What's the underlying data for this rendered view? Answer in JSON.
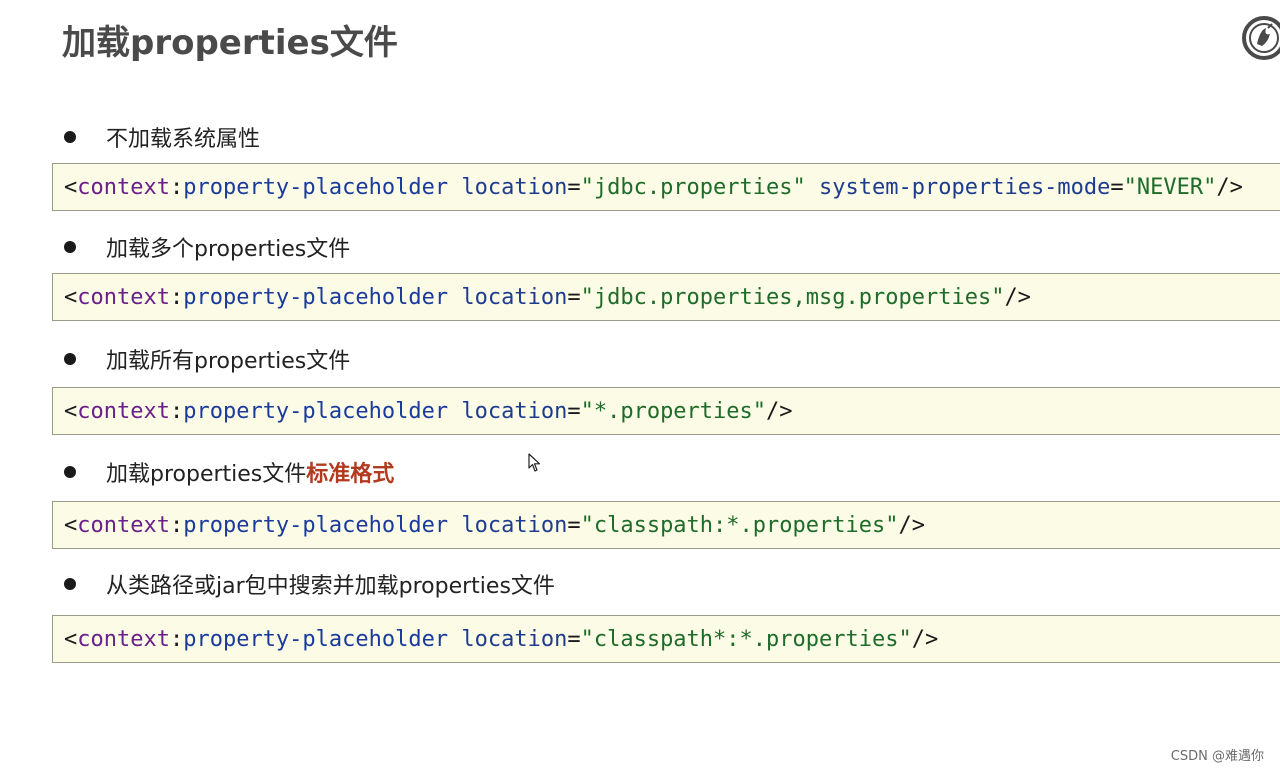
{
  "slide": {
    "title": "加载properties文件"
  },
  "items": [
    {
      "label": "不加载系统属性",
      "highlight": "",
      "code": {
        "open": "<",
        "prefix": "context",
        "colon": ":",
        "element": "property-placeholder",
        "attrs": [
          {
            "name": "location",
            "value": "\"jdbc.properties\""
          },
          {
            "name": "system-properties-mode",
            "value": "\"NEVER\""
          }
        ],
        "close": "/>"
      }
    },
    {
      "label": "加载多个properties文件",
      "highlight": "",
      "code": {
        "open": "<",
        "prefix": "context",
        "colon": ":",
        "element": "property-placeholder",
        "attrs": [
          {
            "name": "location",
            "value": "\"jdbc.properties,msg.properties\""
          }
        ],
        "close": "/>"
      }
    },
    {
      "label": "加载所有properties文件",
      "highlight": "",
      "code": {
        "open": "<",
        "prefix": "context",
        "colon": ":",
        "element": "property-placeholder",
        "attrs": [
          {
            "name": "location",
            "value": "\"*.properties\""
          }
        ],
        "close": "/>"
      }
    },
    {
      "label": "加载properties文件",
      "highlight": "标准格式",
      "code": {
        "open": "<",
        "prefix": "context",
        "colon": ":",
        "element": "property-placeholder",
        "attrs": [
          {
            "name": "location",
            "value": "\"classpath:*.properties\""
          }
        ],
        "close": "/>"
      }
    },
    {
      "label": "从类路径或jar包中搜索并加载properties文件",
      "highlight": "",
      "code": {
        "open": "<",
        "prefix": "context",
        "colon": ":",
        "element": "property-placeholder",
        "attrs": [
          {
            "name": "location",
            "value": "\"classpath*:*.properties\""
          }
        ],
        "close": "/>"
      }
    }
  ],
  "watermark": "CSDN @难遇你",
  "icons": {
    "logo": "logo-icon",
    "cursor": "mouse-pointer-icon"
  },
  "colors": {
    "code_background": "#fbfbe6",
    "highlight_text": "#b23a1e",
    "xml_tag": "#6a1f8a",
    "xml_attr": "#1e3c8f",
    "xml_value": "#1f6b2a"
  }
}
